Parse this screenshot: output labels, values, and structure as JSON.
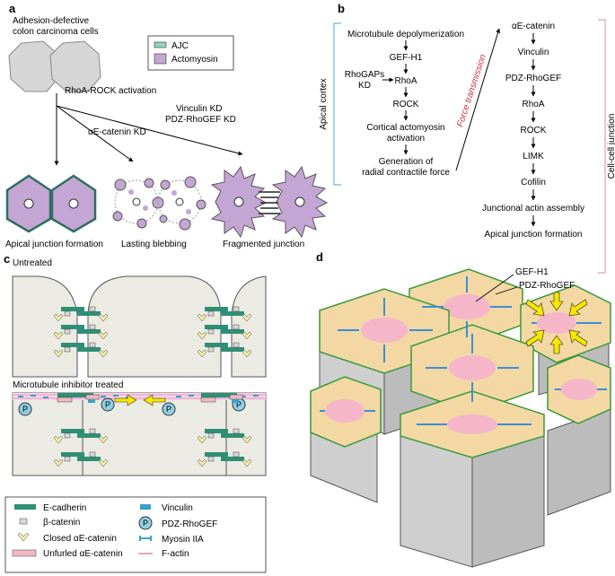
{
  "panel_a": {
    "label": "a",
    "title_line1": "Adhesion-defective",
    "title_line2": "colon carcinoma cells",
    "legend_ajc": "AJC",
    "legend_actomyosin": "Actomyosin",
    "rhoa_rock": "RhoA-ROCK activation",
    "vinculin_kd": "Vinculin KD",
    "pdz_kd": "PDZ-RhoGEF KD",
    "ecat_kd": "αE-catenin KD",
    "outcome_1": "Apical junction formation",
    "outcome_2": "Lasting blebbing",
    "outcome_3": "Fragmented junction",
    "colors": {
      "cell": "#d6d6d6",
      "ajc": "#8fd6c4",
      "actomyosin": "#c4a6d4"
    }
  },
  "panel_b": {
    "label": "b",
    "apical_cortex": "Apical cortex",
    "cell_cell_junction": "Cell-cell junction",
    "force_transmission": "Force transmission",
    "left_chain": [
      "Microtubule depolymerization",
      "GEF-H1",
      "RhoA",
      "ROCK",
      "Cortical actomyosin",
      "activation",
      "Generation of",
      "radial contractile force"
    ],
    "rhogaps_1": "RhoGAPs",
    "rhogaps_2": "KD",
    "right_chain": [
      "αE-catenin",
      "Vinculin",
      "PDZ-RhoGEF",
      "RhoA",
      "ROCK",
      "LIMK",
      "Cofilin",
      "Junctional actin assembly",
      "Apical junction formation"
    ],
    "colors": {
      "bracket_left": "#6ab8d8",
      "bracket_right": "#e0a0b0",
      "force": "#c8323c"
    }
  },
  "panel_c": {
    "label": "c",
    "untreated": "Untreated",
    "treated": "Microtubule inhibitor treated",
    "p_badge": "P",
    "legend": {
      "e_cadherin": "E-cadherin",
      "b_catenin": "β-catenin",
      "closed_ecat": "Closed αE-catenin",
      "unfurled_ecat": "Unfurled αE-catenin",
      "vinculin": "Vinculin",
      "pdz_rhogef": "PDZ-RhoGEF",
      "myosin": "Myosin IIA",
      "f_actin": "F-actin"
    },
    "colors": {
      "cell": "#ecebe3",
      "cadherin": "#2f8f74",
      "catenin": "#f0eea8",
      "unfurled": "#f0b8c0",
      "vinculin": "#3aa0cc",
      "factin": "#e080b0",
      "arrow": "#f6e600"
    }
  },
  "panel_d": {
    "label": "d",
    "gef_h1": "GEF-H1",
    "pdz_rhogef": "PDZ-RhoGEF",
    "colors": {
      "side": "#cfcfcf",
      "top": "#f3d8a4",
      "actin": "#3c8ed8",
      "myosin": "#f4b6c8",
      "junction": "#3a9a3a",
      "arrow": "#f6e600"
    }
  }
}
